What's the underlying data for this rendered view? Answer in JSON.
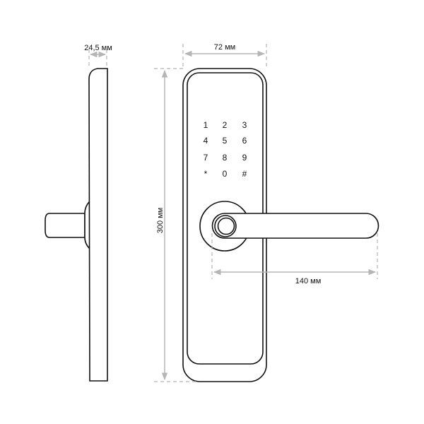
{
  "dimensions": {
    "depth": "24,5 мм",
    "width": "72 мм",
    "height": "300 мм",
    "handle_length": "140 мм"
  },
  "keypad": [
    "1",
    "2",
    "3",
    "4",
    "5",
    "6",
    "7",
    "8",
    "9",
    "*",
    "0",
    "#"
  ],
  "colors": {
    "line": "#111111",
    "dimension": "#b5b5b5"
  }
}
